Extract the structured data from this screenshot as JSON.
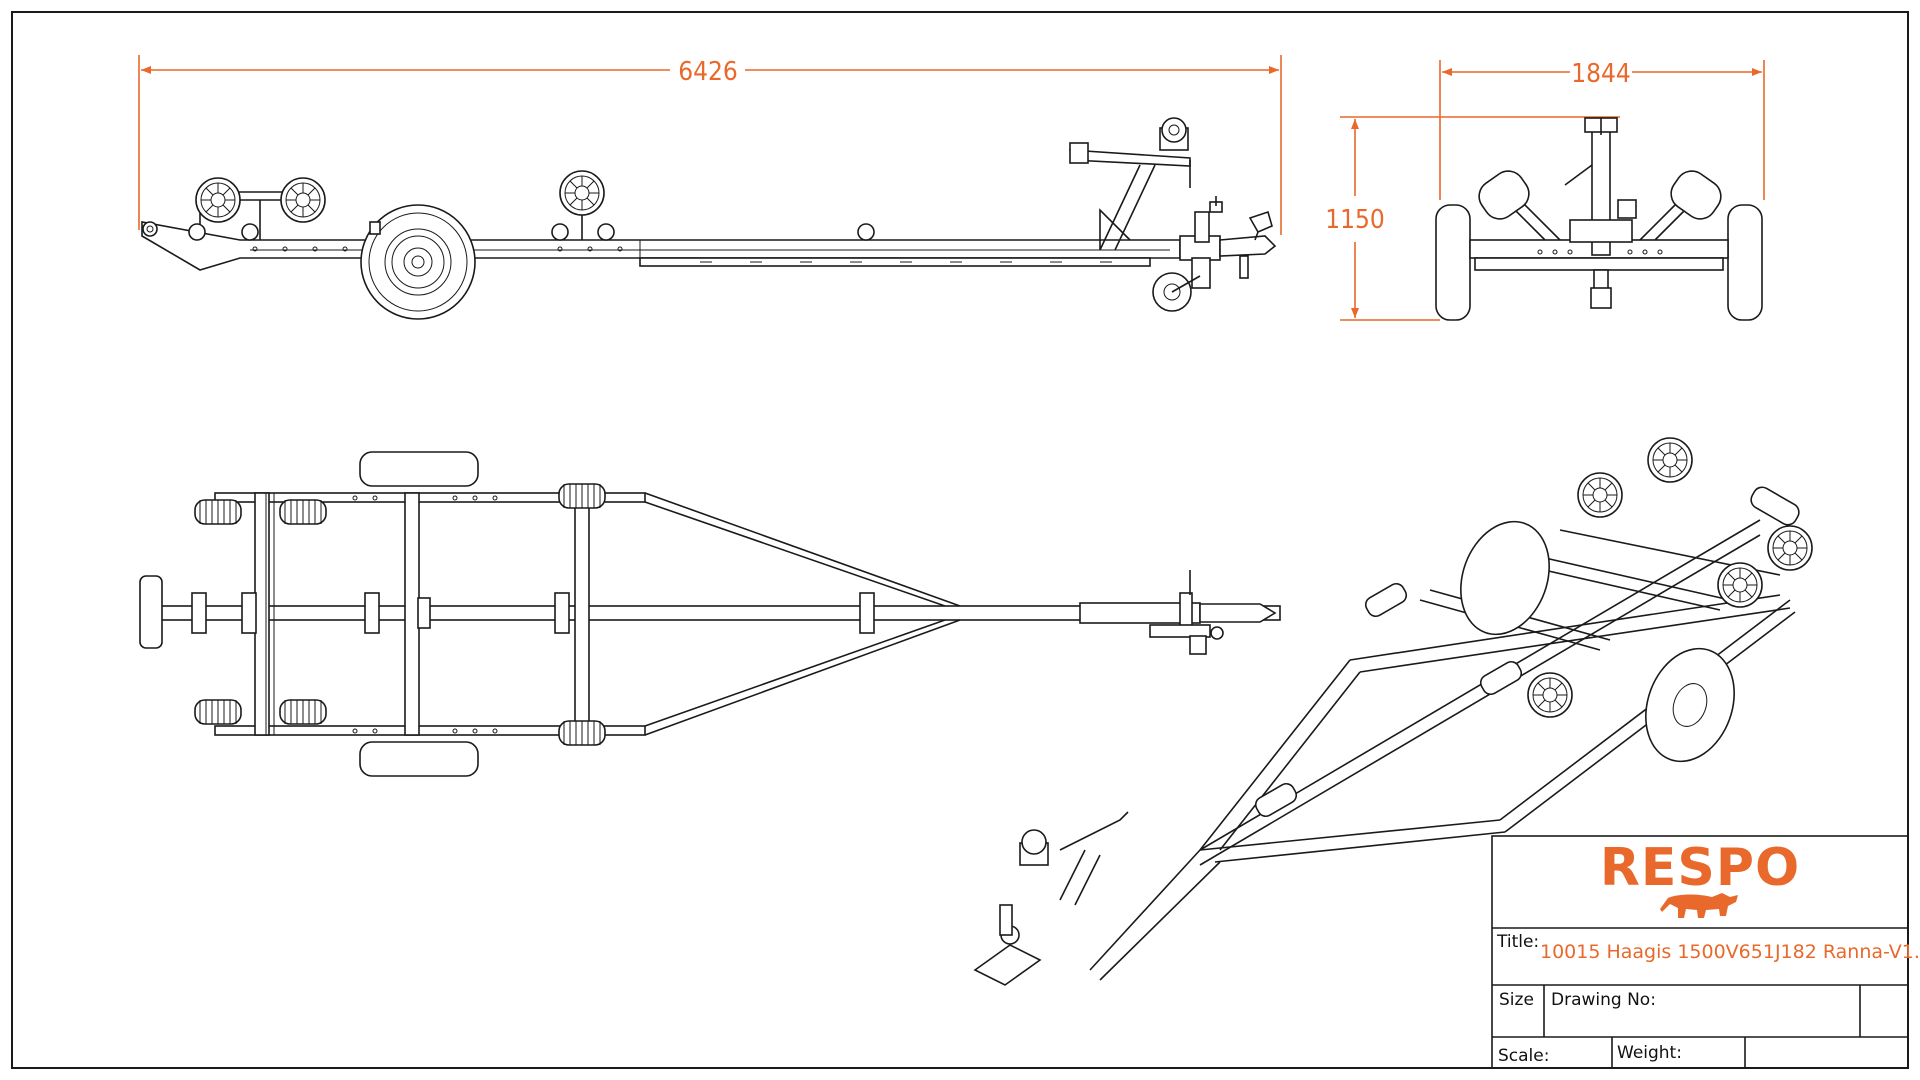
{
  "dimensions": {
    "length": "6426",
    "width": "1844",
    "height": "1150"
  },
  "title_block": {
    "brand": "RESPO",
    "title_label": "Title:",
    "title_value": "10015 Haagis 1500V651J182 Ranna-V1.",
    "size_label": "Size",
    "drawing_no_label": "Drawing No:",
    "scale_label": "Scale:",
    "weight_label": "Weight:"
  },
  "colors": {
    "accent": "#e8692b",
    "line": "#1a1a1a"
  }
}
